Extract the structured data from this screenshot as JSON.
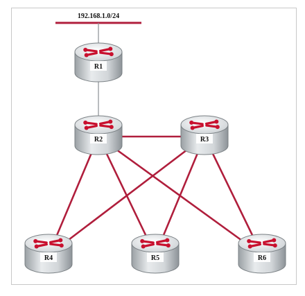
{
  "network": {
    "label": "192.168.1.0/24"
  },
  "routers": [
    {
      "id": "R1",
      "label": "R1"
    },
    {
      "id": "R2",
      "label": "R2"
    },
    {
      "id": "R3",
      "label": "R3"
    },
    {
      "id": "R4",
      "label": "R4"
    },
    {
      "id": "R5",
      "label": "R5"
    },
    {
      "id": "R6",
      "label": "R6"
    }
  ],
  "links": [
    [
      "NET",
      "R1"
    ],
    [
      "R1",
      "R2"
    ],
    [
      "R2",
      "R3"
    ],
    [
      "R2",
      "R4"
    ],
    [
      "R2",
      "R5"
    ],
    [
      "R2",
      "R6"
    ],
    [
      "R3",
      "R4"
    ],
    [
      "R3",
      "R5"
    ],
    [
      "R3",
      "R6"
    ]
  ],
  "colors": {
    "link": "#b01e3c",
    "router_body": "#d9dde0",
    "router_arrows": "#c8102e",
    "label_plate": "#ffffff"
  }
}
